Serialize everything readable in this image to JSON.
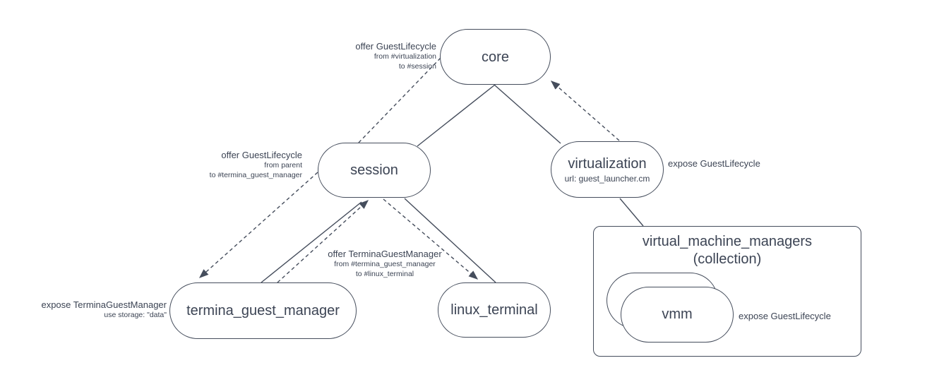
{
  "diagram": {
    "colors": {
      "stroke": "#454d5c",
      "text": "#3c4454",
      "node_fill": "#ffffff"
    },
    "nodes": {
      "core": {
        "label": "core"
      },
      "session": {
        "label": "session"
      },
      "virtualization": {
        "label": "virtualization",
        "url": "url: guest_launcher.cm"
      },
      "termina_guest_manager": {
        "label": "termina_guest_manager"
      },
      "linux_terminal": {
        "label": "linux_terminal"
      },
      "virtual_machine_managers": {
        "title": "virtual_machine_managers",
        "subtitle": "(collection)"
      },
      "vmm": {
        "label": "vmm"
      }
    },
    "edge_labels": {
      "offer_guest_lifecycle_to_session": {
        "line1": "offer GuestLifecycle",
        "line2": "from #virtualization",
        "line3": "to #session"
      },
      "offer_guest_lifecycle_to_termina": {
        "line1": "offer GuestLifecycle",
        "line2": "from parent",
        "line3": "to #termina_guest_manager"
      },
      "expose_guest_lifecycle_virtualization": {
        "line1": "expose GuestLifecycle"
      },
      "expose_termina_guest_manager": {
        "line1": "expose TerminaGuestManager",
        "line2": "use storage: \"data\""
      },
      "offer_termina_guest_manager": {
        "line1": "offer TerminaGuestManager",
        "line2": "from #termina_guest_manager",
        "line3": "to #linux_terminal"
      },
      "expose_guest_lifecycle_vmm": {
        "line1": "expose GuestLifecycle"
      }
    }
  }
}
